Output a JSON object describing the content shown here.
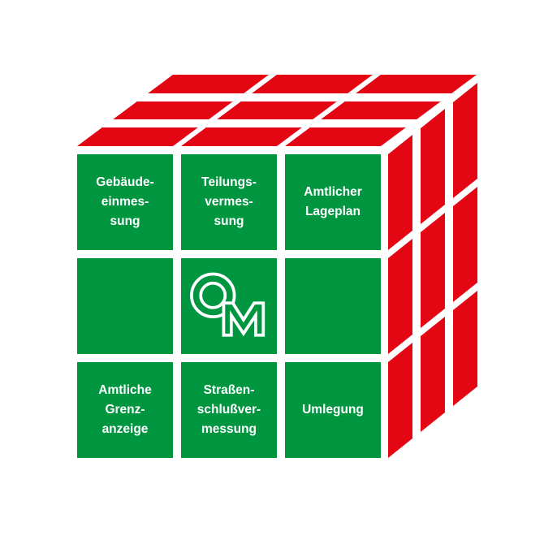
{
  "colors": {
    "green": "#009640",
    "red": "#e30613",
    "text": "#ffffff",
    "background": "#ffffff"
  },
  "front_tiles": [
    {
      "lines": [
        "Gebäude-",
        "einmes-",
        "sung"
      ]
    },
    {
      "lines": [
        "Teilungs-",
        "vermes-",
        "sung"
      ]
    },
    {
      "lines": [
        "Amtlicher",
        "Lageplan"
      ]
    },
    {
      "lines": []
    },
    {
      "lines": [],
      "logo": "OM-monogram"
    },
    {
      "lines": []
    },
    {
      "lines": [
        "Amtliche",
        "Grenz-",
        "anzeige"
      ]
    },
    {
      "lines": [
        "Straßen-",
        "schlußver-",
        "messung"
      ]
    },
    {
      "lines": [
        "Umlegung"
      ]
    }
  ]
}
